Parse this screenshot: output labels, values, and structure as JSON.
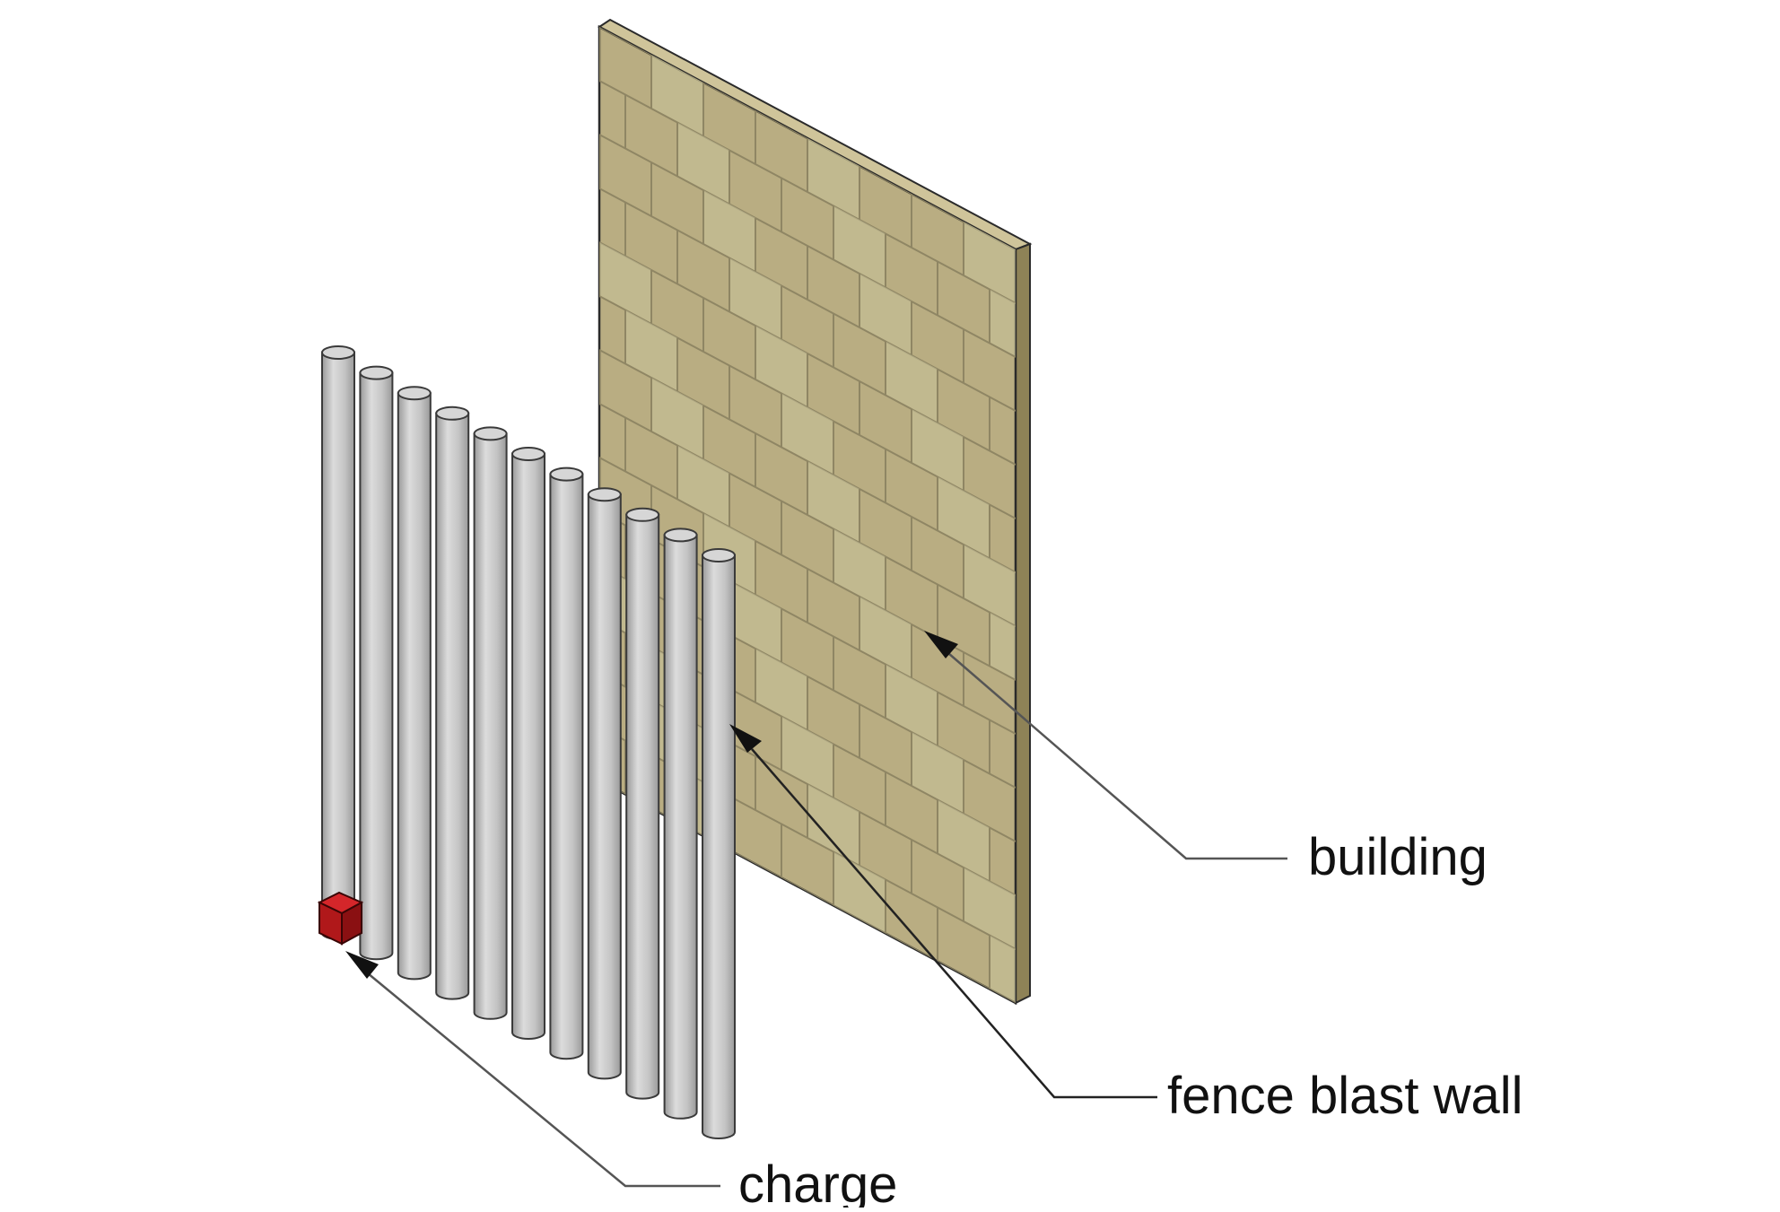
{
  "labels": {
    "building": "building",
    "fence": "fence blast wall",
    "charge": "charge"
  },
  "colors": {
    "wall_face": "#b9ad82",
    "wall_side": "#8e8257",
    "wall_top": "#cfc49a",
    "mortar": "#8f8664",
    "brick_light": "#c9c29a",
    "post_body": "#c4c4c4",
    "post_shade": "#9a9a9a",
    "post_outline": "#3a3a3a",
    "charge": "#b0181a",
    "leader": "#555555",
    "arrow": "#111111"
  },
  "fence": {
    "post_count": 11
  }
}
